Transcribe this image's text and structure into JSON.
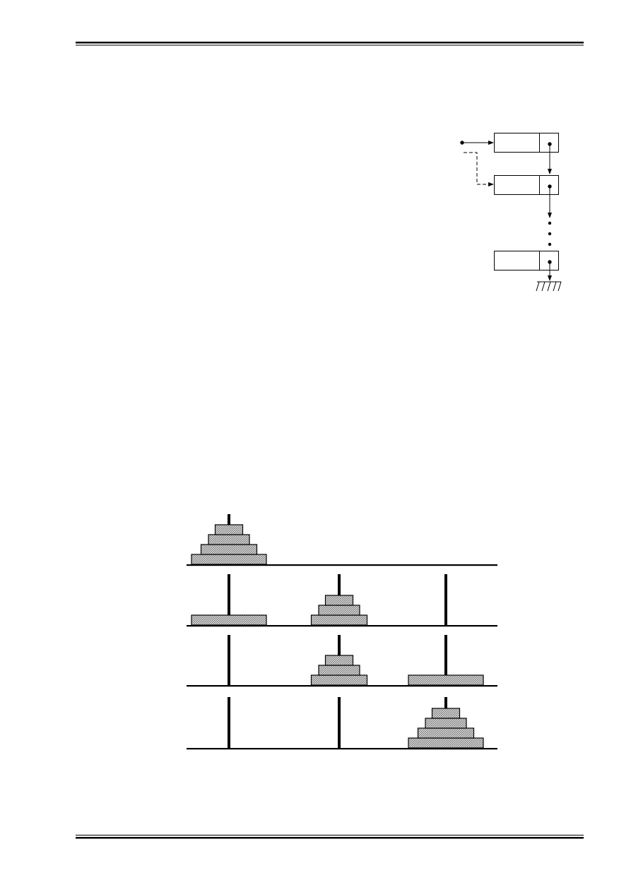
{
  "page": {
    "background": "#ffffff",
    "ink": "#000000"
  },
  "linked_list": {
    "nodes": 3,
    "ellipsis_dots": 3,
    "terminator": "ground-icon"
  },
  "hanoi": {
    "disk_fill": "#cfcfcf",
    "rows": [
      {
        "pegs_visible": [
          true,
          false,
          false
        ],
        "pegs": [
          [
            4,
            3,
            2,
            1
          ],
          [],
          []
        ]
      },
      {
        "pegs_visible": [
          true,
          true,
          true
        ],
        "pegs": [
          [
            4
          ],
          [
            3,
            2,
            1
          ],
          []
        ]
      },
      {
        "pegs_visible": [
          true,
          true,
          true
        ],
        "pegs": [
          [],
          [
            3,
            2,
            1
          ],
          [
            4
          ]
        ]
      },
      {
        "pegs_visible": [
          true,
          true,
          true
        ],
        "pegs": [
          [],
          [],
          [
            4,
            3,
            2,
            1
          ]
        ]
      }
    ]
  }
}
